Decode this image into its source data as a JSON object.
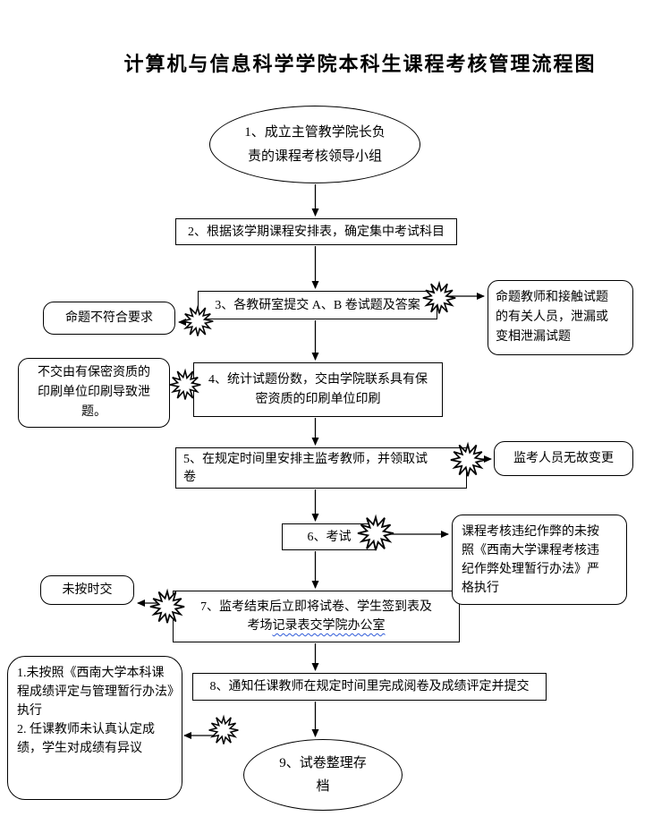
{
  "title": "计算机与信息科学学院本科生课程考核管理流程图",
  "flow": {
    "step1": "1、成立主管教学院长负责的课程考核领导小组",
    "step2": "2、根据该学期课程安排表，确定集中考试科目",
    "step3": "3、各教研室提交 A、B 卷试题及答案",
    "step4": "4、统计试题份数，交由学院联系具有保密资质的印刷单位印刷",
    "step5": "5、在规定时间里安排主监考教师，并领取试卷",
    "step6": "6、考试",
    "step7_line1": "7、监考结束后立即将试卷、学生签到表及",
    "step7_line2_prefix": "考场",
    "step7_line2_squiggle": "记录表交学院办公室",
    "step8": "8、通知任课教师在规定时间里完成阅卷及成绩评定并提交",
    "step9": "9、试卷整理存档"
  },
  "exceptions": {
    "ex3_left": "命题不符合要求",
    "ex3_right": "命题教师和接触试题的有关人员，泄漏或变相泄漏试题",
    "ex4_left": "不交由有保密资质的印刷单位印刷导致泄题。",
    "ex5_right": "监考人员无故变更",
    "ex6_right": "课程考核违纪作弊的未按照《西南大学课程考核违纪作弊处理暂行办法》严格执行",
    "ex7_left": "未按时交",
    "ex8_item1": "1.未按照《西南大学本科课程成绩评定与管理暂行办法》执行",
    "ex8_item2": "2. 任课教师未认真认定成绩，学生对成绩有异议"
  },
  "colors": {
    "outline": "#000000",
    "squiggle": "#2f5bd9",
    "background": "#ffffff"
  }
}
